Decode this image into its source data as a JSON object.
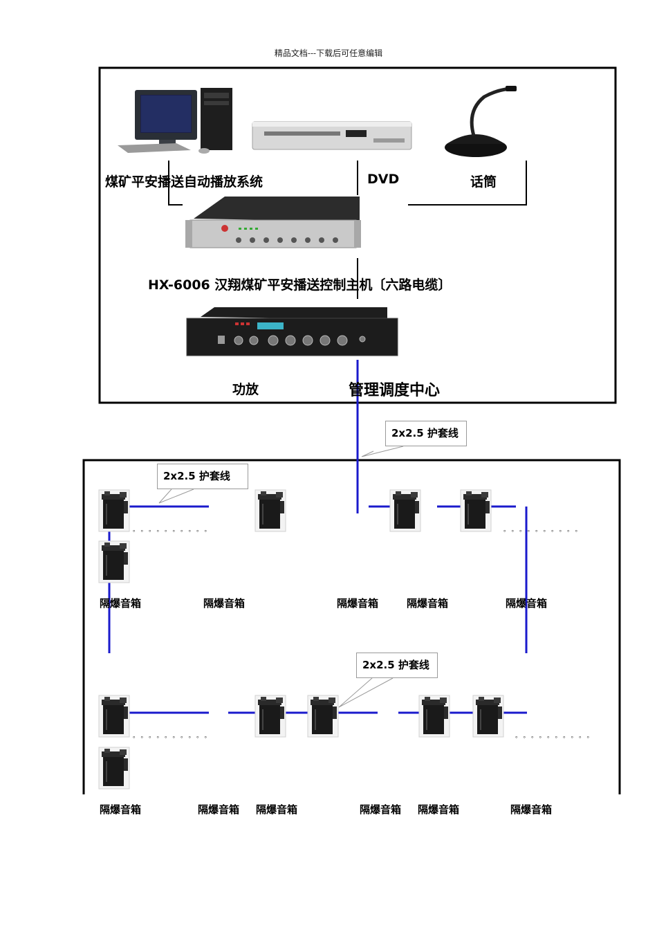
{
  "header": "精品文档---下载后可任意编辑",
  "control_center": {
    "pc_label": "煤矿平安播送自动播放系统",
    "dvd_label": "DVD",
    "mic_label": "话筒",
    "host_label": "HX-6006 汉翔煤矿平安播送控制主机〔六路电缆〕",
    "amp_label": "功放",
    "center_label": "管理调度中心"
  },
  "cable_label": "2x2.5 护套线",
  "speaker_label": "隔爆音箱",
  "dots": "。。。。。。。。。。",
  "icons": {
    "pc": "computer-icon",
    "dvd": "dvd-player-icon",
    "mic": "microphone-icon",
    "host": "broadcast-host-icon",
    "amp": "amplifier-icon",
    "speaker": "explosion-proof-speaker-icon"
  },
  "colors": {
    "line": "#1a1acc",
    "frame": "#000000"
  }
}
